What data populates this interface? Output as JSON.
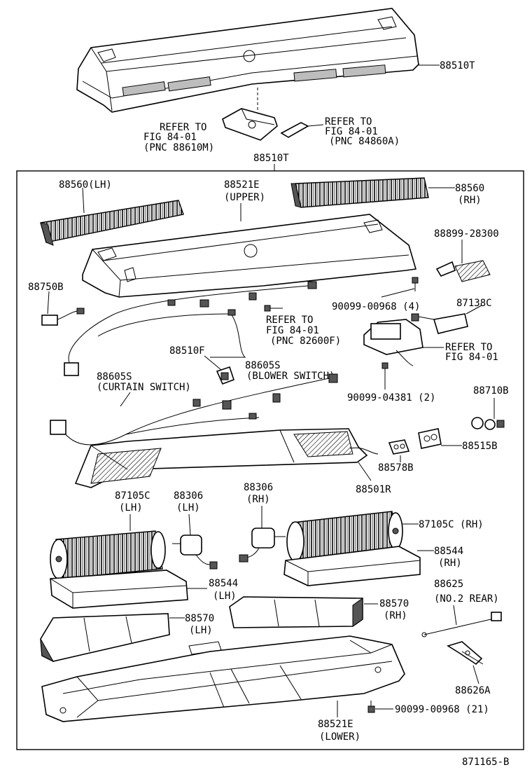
{
  "labels": {
    "top_assy": "88510T",
    "ref_a_1": "REFER TO",
    "ref_a_2": "FIG 84-01",
    "ref_a_3": "(PNC 88610M)",
    "ref_b_1": "REFER TO",
    "ref_b_2": "FIG 84-01",
    "ref_b_3": "(PNC 84860A)",
    "box_assy": "88510T",
    "grille_lh": "88560(LH)",
    "upper_1": "88521E",
    "upper_2": "(UPPER)",
    "grille_rh_1": "88560",
    "grille_rh_2": "(RH)",
    "clamp": "88899-28300",
    "sensor": "88750B",
    "screw_4": "90099-00968 (4)",
    "resistor": "87138C",
    "ref_c_1": "REFER TO",
    "ref_c_2": "FIG 84-01",
    "ref_c_3": "(PNC 82600F)",
    "ref_d_1": "REFER TO",
    "ref_d_2": "FIG 84-01",
    "relay": "88510F",
    "blower_sw_1": "88605S",
    "blower_sw_2": "(BLOWER SWITCH)",
    "curtain_sw_1": "88605S",
    "curtain_sw_2": "(CURTAIN SWITCH)",
    "screw_2": "90099-04381 (2)",
    "conn_b": "88710B",
    "conn_515": "88515B",
    "seal": "88578B",
    "evap": "88501R",
    "fan_lh_1": "87105C",
    "fan_lh_2": "(LH)",
    "motor_lh_1": "88306",
    "motor_lh_2": "(LH)",
    "motor_rh_1": "88306",
    "motor_rh_2": "(RH)",
    "fan_rh": "87105C (RH)",
    "case_rh_1": "88544",
    "case_rh_2": "(RH)",
    "case_lh_1": "88544",
    "case_lh_2": "(LH)",
    "duct_rh_1": "88570",
    "duct_rh_2": "(RH)",
    "duct_lh_1": "88570",
    "duct_lh_2": "(LH)",
    "cable_1": "88625",
    "cable_2": "(NO.2 REAR)",
    "clip": "88626A",
    "screw_21": "90099-00968 (21)",
    "lower_1": "88521E",
    "lower_2": "(LOWER)",
    "figure_id": "871165-B"
  }
}
